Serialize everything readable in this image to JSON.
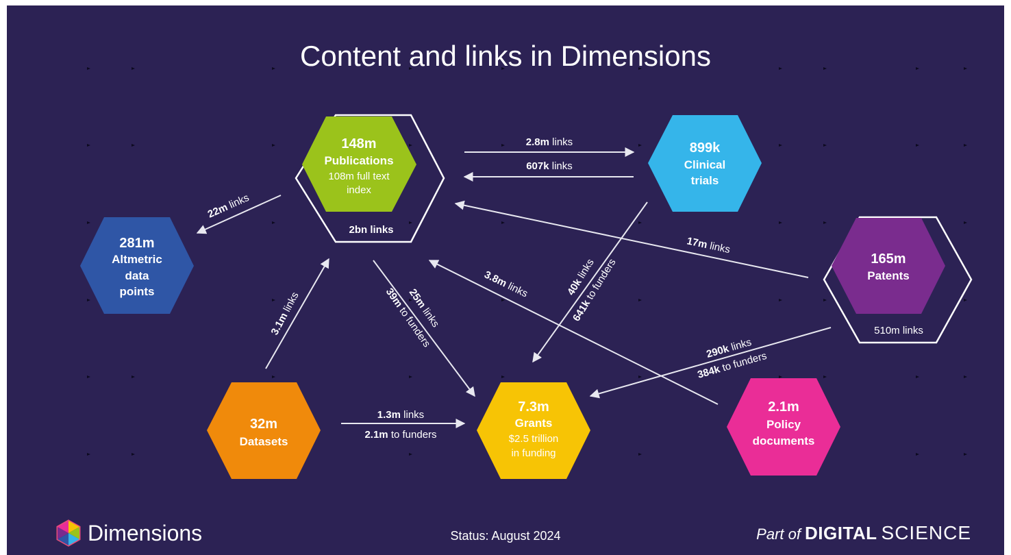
{
  "year": "2024",
  "title": "Content and links in Dimensions",
  "colors": {
    "background": "#2c2254",
    "publications": "#9bc31b",
    "clinical_trials": "#35b5ea",
    "patents": "#7a2c8e",
    "altmetric": "#2f56a6",
    "datasets": "#f08a0b",
    "grants": "#f7c405",
    "policy": "#ea2d97",
    "arrow": "#e8e8f0"
  },
  "nodes": {
    "publications": {
      "value": "148m",
      "label": "Publications",
      "sub1": "108m full text",
      "sub2": "index",
      "ring": "2bn links"
    },
    "clinical_trials": {
      "value": "899k",
      "label1": "Clinical",
      "label2": "trials"
    },
    "patents": {
      "value": "165m",
      "label": "Patents",
      "ring": "510m links"
    },
    "altmetric": {
      "value": "281m",
      "label1": "Altmetric",
      "label2": "data",
      "label3": "points"
    },
    "datasets": {
      "value": "32m",
      "label": "Datasets"
    },
    "grants": {
      "value": "7.3m",
      "label": "Grants",
      "sub1": "$2.5 trillion",
      "sub2": "in funding"
    },
    "policy": {
      "value": "2.1m",
      "label1": "Policy",
      "label2": "documents"
    }
  },
  "links": {
    "pub_to_trials": {
      "bold": "2.8m",
      "text": " links"
    },
    "trials_to_pub": {
      "bold": "607k",
      "text": " links"
    },
    "pub_to_altmetric": {
      "bold": "22m",
      "text": " links"
    },
    "patents_to_pub": {
      "bold": "17m",
      "text": " links"
    },
    "datasets_to_pub": {
      "bold": "3.1m",
      "text": " links"
    },
    "pub_to_grants_1": {
      "bold": "25m",
      "text": " links"
    },
    "pub_to_grants_2": {
      "bold": "39m",
      "text": " to funders"
    },
    "policy_to_pub": {
      "bold": "3.8m",
      "text": " links"
    },
    "trials_to_grants_1": {
      "bold": "40k",
      "text": " links"
    },
    "trials_to_grants_2": {
      "bold": "641k",
      "text": " to funders"
    },
    "patents_to_grants_1": {
      "bold": "290k",
      "text": " links"
    },
    "patents_to_grants_2": {
      "bold": "384k",
      "text": " to funders"
    },
    "datasets_to_grants_1": {
      "bold": "1.3m",
      "text": " links"
    },
    "datasets_to_grants_2": {
      "bold": "2.1m",
      "text": " to funders"
    }
  },
  "footer": {
    "logo_text": "Dimensions",
    "status": "Status: August 2024",
    "brand_part": "Part of",
    "brand_digital": "DIGITAL",
    "brand_science": "SCIENCE"
  }
}
